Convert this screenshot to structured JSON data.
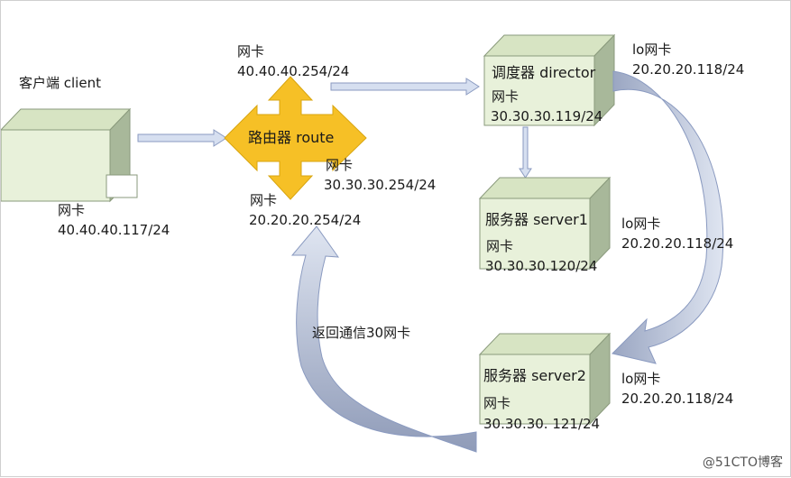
{
  "client": {
    "title": "客户端 client",
    "nic_label": "网卡",
    "nic_ip": "40.40.40.117/24"
  },
  "router": {
    "title": "路由器 route",
    "nic1_label": "网卡",
    "nic1_ip": "40.40.40.254/24",
    "nic2_label": "网卡",
    "nic2_ip": "30.30.30.254/24",
    "nic3_label": "网卡",
    "nic3_ip": "20.20.20.254/24"
  },
  "director": {
    "title": "调度器 director",
    "nic_label": "网卡",
    "nic_ip": "30.30.30.119/24",
    "lo_label": "lo网卡",
    "lo_ip": "20.20.20.118/24"
  },
  "server1": {
    "title": "服务器 server1",
    "nic_label": "网卡",
    "nic_ip": "30.30.30.120/24",
    "lo_label": "lo网卡",
    "lo_ip": "20.20.20.118/24"
  },
  "server2": {
    "title": "服务器  server2",
    "nic_label": "网卡",
    "nic_ip": "30.30.30. 121/24",
    "lo_label": "lo网卡",
    "lo_ip": "20.20.20.118/24"
  },
  "return_path_label": "返回通信30网卡",
  "watermark": "@51CTO博客",
  "colors": {
    "box_face": "#e6f0d8",
    "box_side": "#a7b99a",
    "router_fill": "#f6c026",
    "arrow_fill": "#d6dff0",
    "arrow_stroke": "#8a9ac0",
    "curve_fill": "#b5bfd4"
  }
}
